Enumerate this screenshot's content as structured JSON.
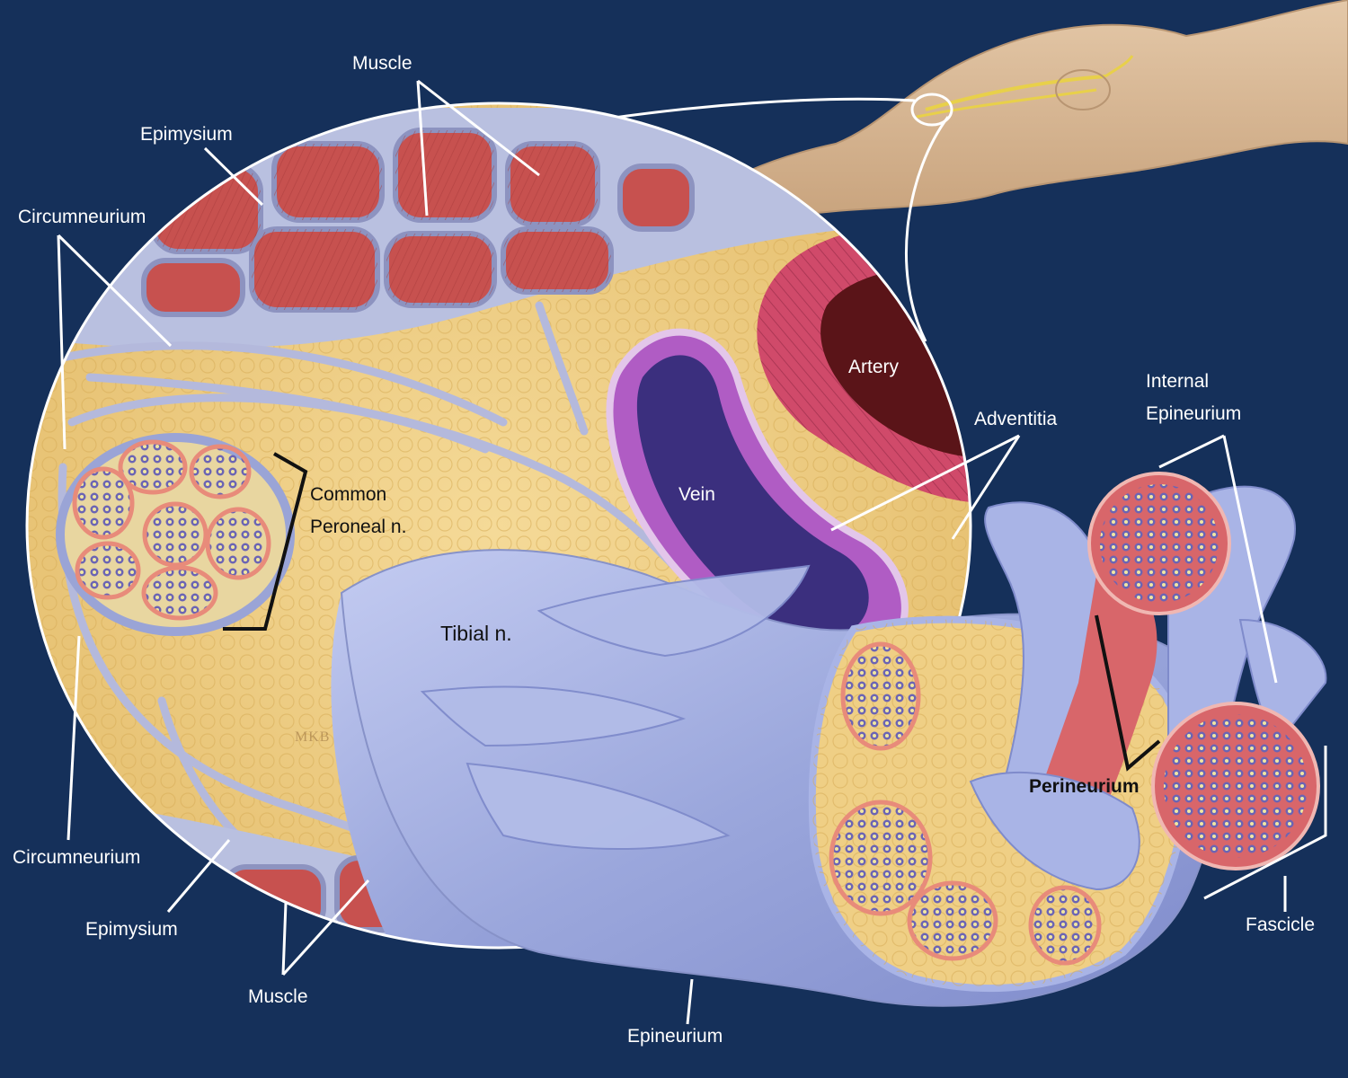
{
  "labels": {
    "muscle_top": "Muscle",
    "epimysium_top": "Epimysium",
    "circumneurium_top": "Circumneurium",
    "artery": "Artery",
    "adventitia": "Adventitia",
    "internal_epineurium_line1": "Internal",
    "internal_epineurium_line2": "Epineurium",
    "vein": "Vein",
    "common_peroneal_line1": "Common",
    "common_peroneal_line2": "Peroneal n.",
    "tibial": "Tibial n.",
    "perineurium": "Perineurium",
    "fascicle": "Fascicle",
    "circumneurium_bottom": "Circumneurium",
    "epimysium_bottom": "Epimysium",
    "muscle_bottom": "Muscle",
    "epineurium": "Epineurium",
    "signature": "MKB"
  },
  "colors": {
    "background": "#15305a",
    "muscle": "#c7514f",
    "connective": "#b9c0e0",
    "fat": "#efcf85",
    "nerve_sheath": "#a9b4e6",
    "artery_wall": "#d04a6a",
    "artery_lumen": "#5a1418",
    "vein_wall": "#b05cc4",
    "vein_lumen": "#3b2f7e",
    "perineurium": "#d8666a",
    "skin": "#d9b895",
    "nerve_yellow": "#e8d04a",
    "leader_line": "#ffffff"
  }
}
